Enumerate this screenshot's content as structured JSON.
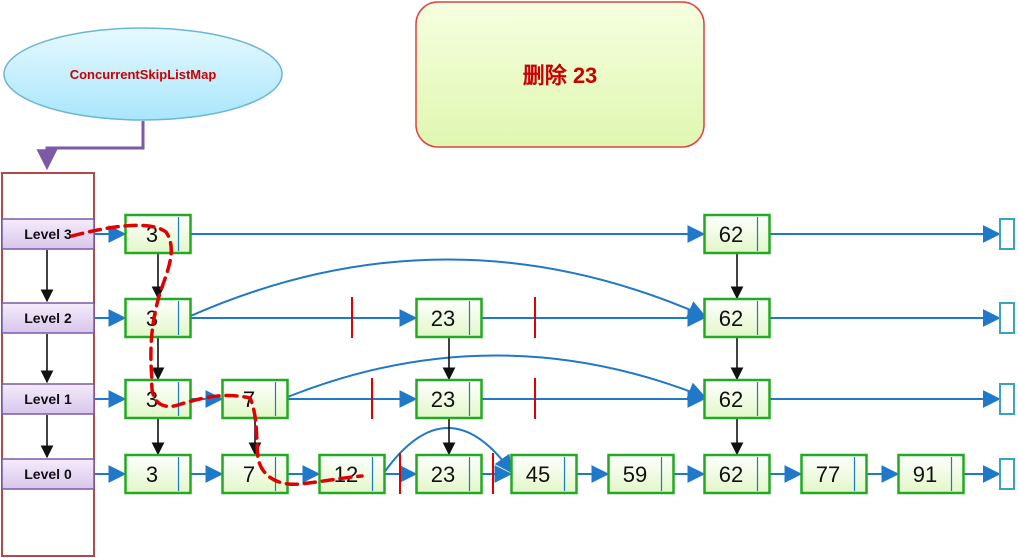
{
  "header": {
    "map_label": "ConcurrentSkipListMap",
    "action_label": "删除 23"
  },
  "levels": [
    "Level 3",
    "Level 2",
    "Level 1",
    "Level 0"
  ],
  "level_nodes": {
    "level3": [
      "3",
      "62"
    ],
    "level2": [
      "3",
      "23",
      "62"
    ],
    "level1": [
      "3",
      "7",
      "23",
      "62"
    ],
    "level0": [
      "3",
      "7",
      "12",
      "23",
      "45",
      "59",
      "62",
      "77",
      "91"
    ]
  },
  "colors": {
    "node_border": "#22aa22",
    "node_fill": "#eefad8",
    "arrow": "#1f78c8",
    "cut_mark": "#e00000",
    "search_path": "#e00000",
    "level_fill": "#e2d4f0",
    "level_border": "#7b5aa6",
    "index_frame": "#b04a4a",
    "map_fill": "#bfeefd",
    "map_border": "#6bb5d8",
    "action_fill": "#e7fac0",
    "action_border": "#e04040",
    "tail_border": "#3aa3c4"
  }
}
